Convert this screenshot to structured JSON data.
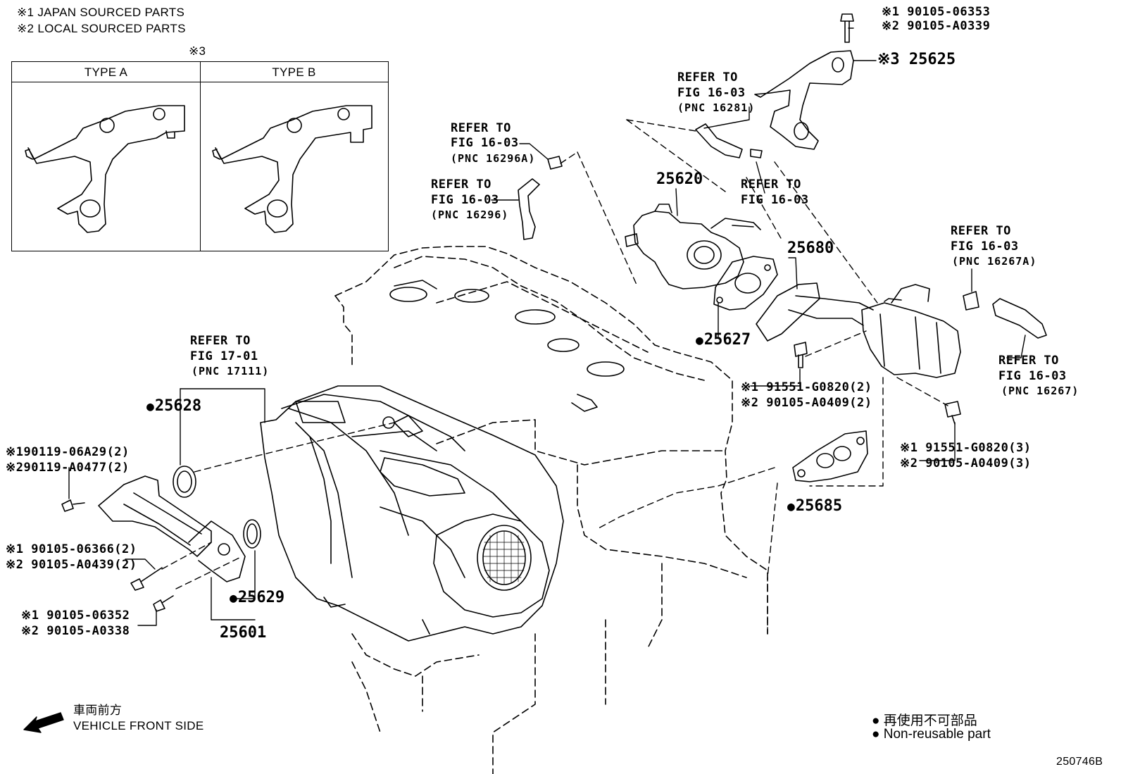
{
  "notes": {
    "japan": "※1 JAPAN SOURCED PARTS",
    "local": "※2 LOCAL SOURCED PARTS",
    "type_marker": "※3"
  },
  "types": {
    "a": "TYPE A",
    "b": "TYPE B"
  },
  "parts": {
    "p25625": "※3 25625",
    "p25620": "25620",
    "p25680": "25680",
    "p25627": "25627",
    "p25628": "25628",
    "p25629": "25629",
    "p25601": "25601",
    "p25685": "25685"
  },
  "part_numbers": {
    "bolt_top_1": "※1 90105-06353",
    "bolt_top_2": "※2 90105-A0339",
    "egr_bolt_1": "※1 91551-G0820(2)",
    "egr_bolt_2": "※2 90105-A0409(2)",
    "pipe_bolt_1": "※1 91551-G0820(3)",
    "pipe_bolt_2": "※2 90105-A0409(3)",
    "left_bolt_1": "※190119-06A29(2)",
    "left_bolt_2": "※290119-A0477(2)",
    "sensor_bolt_1": "※1 90105-06366(2)",
    "sensor_bolt_2": "※2 90105-A0439(2)",
    "lower_bolt_1": "※1 90105-06352",
    "lower_bolt_2": "※2 90105-A0338"
  },
  "refs": {
    "r16281": {
      "l1": "REFER TO",
      "l2": "FIG 16-03",
      "pnc": "(PNC 16281)"
    },
    "r16296a": {
      "l1": "REFER TO",
      "l2": "FIG 16-03",
      "pnc": "(PNC 16296A)"
    },
    "r16296": {
      "l1": "REFER TO",
      "l2": "FIG 16-03",
      "pnc": "(PNC 16296)"
    },
    "r_egr": {
      "l1": "REFER TO",
      "l2": "FIG 16-03"
    },
    "r16267a": {
      "l1": "REFER TO",
      "l2": "FIG 16-03",
      "pnc": "(PNC 16267A)"
    },
    "r16267": {
      "l1": "REFER TO",
      "l2": "FIG 16-03",
      "pnc": "(PNC 16267)"
    },
    "r17111": {
      "l1": "REFER TO",
      "l2": "FIG 17-01",
      "pnc": "(PNC 17111)"
    }
  },
  "footer": {
    "front_jp": "車両前方",
    "front_en": "VEHICLE FRONT SIDE",
    "nonreuse_jp": "再使用不可部品",
    "nonreuse_en": "Non-reusable part",
    "figure_code": "250746B"
  }
}
